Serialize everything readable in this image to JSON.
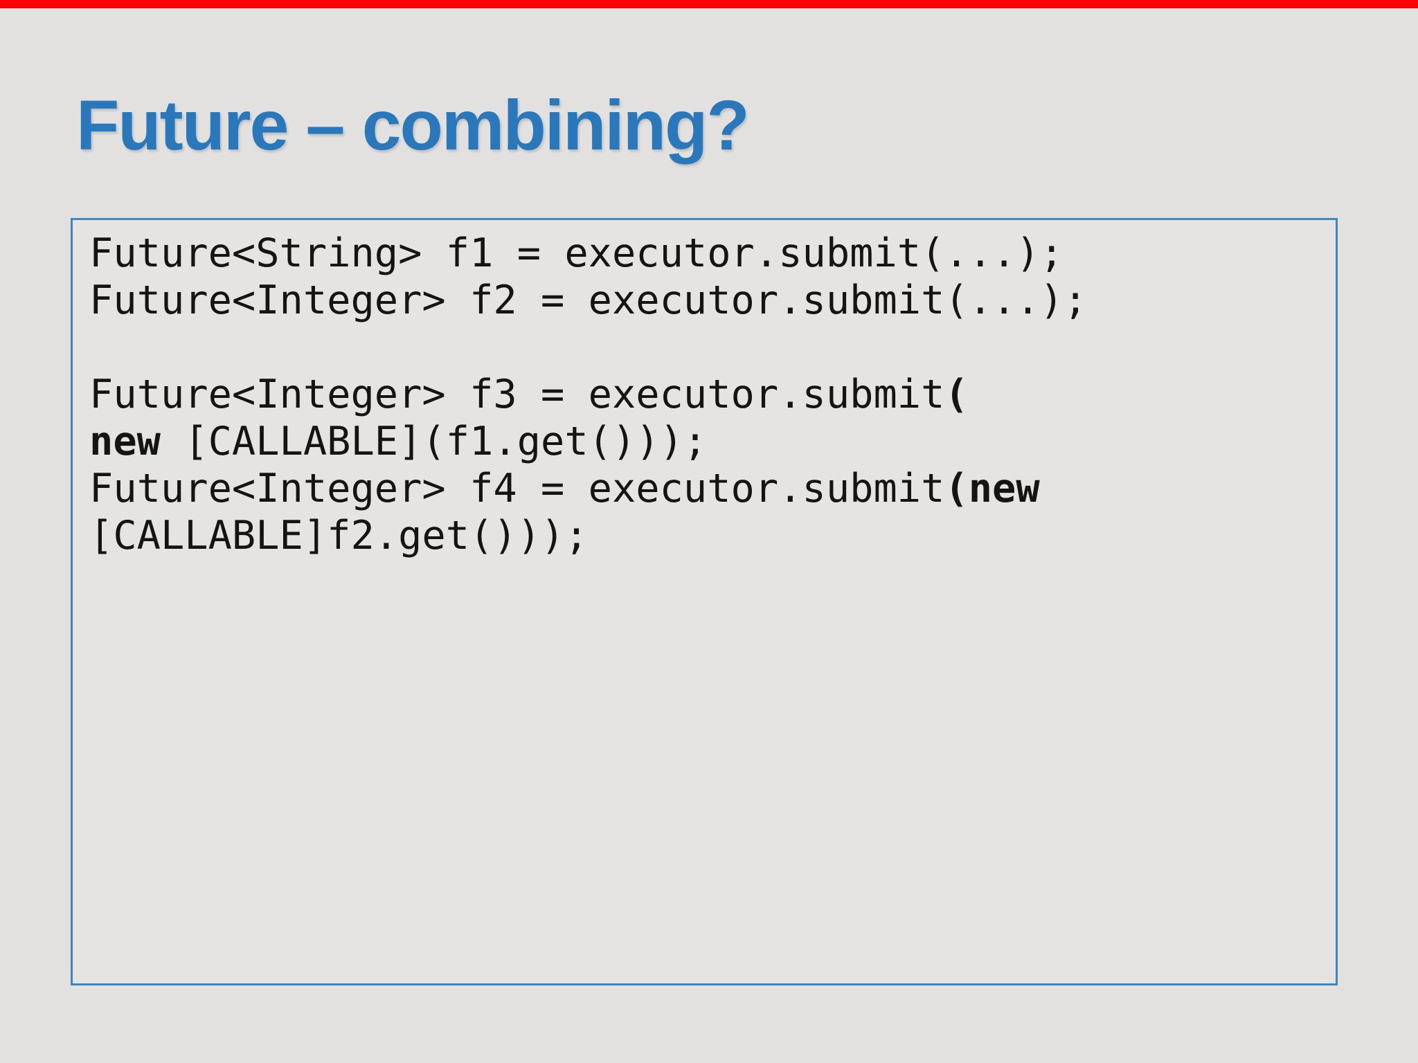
{
  "title": "Future – combining?",
  "colors": {
    "background": "#E2E1E0",
    "top_bar_red": "#FE0000",
    "title_blue": "#2878BB",
    "box_border": "#3E86BF",
    "box_fill": "#E5E4E2",
    "code_text": "#141414"
  },
  "code_box": {
    "lines": [
      {
        "segments": [
          {
            "text": "Future<String> f1 = executor.submit(...);",
            "bold": false
          }
        ]
      },
      {
        "segments": [
          {
            "text": "Future<Integer> f2 = executor.submit(...);",
            "bold": false
          }
        ]
      },
      {
        "segments": []
      },
      {
        "segments": [
          {
            "text": "Future<Integer> f3 = executor.submit",
            "bold": false
          },
          {
            "text": "(",
            "bold": true
          }
        ]
      },
      {
        "segments": [
          {
            "text": "new",
            "bold": true
          },
          {
            "text": " [CALLABLE](f1.get()));",
            "bold": false
          }
        ]
      },
      {
        "segments": [
          {
            "text": "Future<Integer> f4 = executor.submit",
            "bold": false
          },
          {
            "text": "(new",
            "bold": true
          }
        ]
      },
      {
        "segments": [
          {
            "text": "[CALLABLE]f2.get()));",
            "bold": false
          }
        ]
      }
    ]
  }
}
